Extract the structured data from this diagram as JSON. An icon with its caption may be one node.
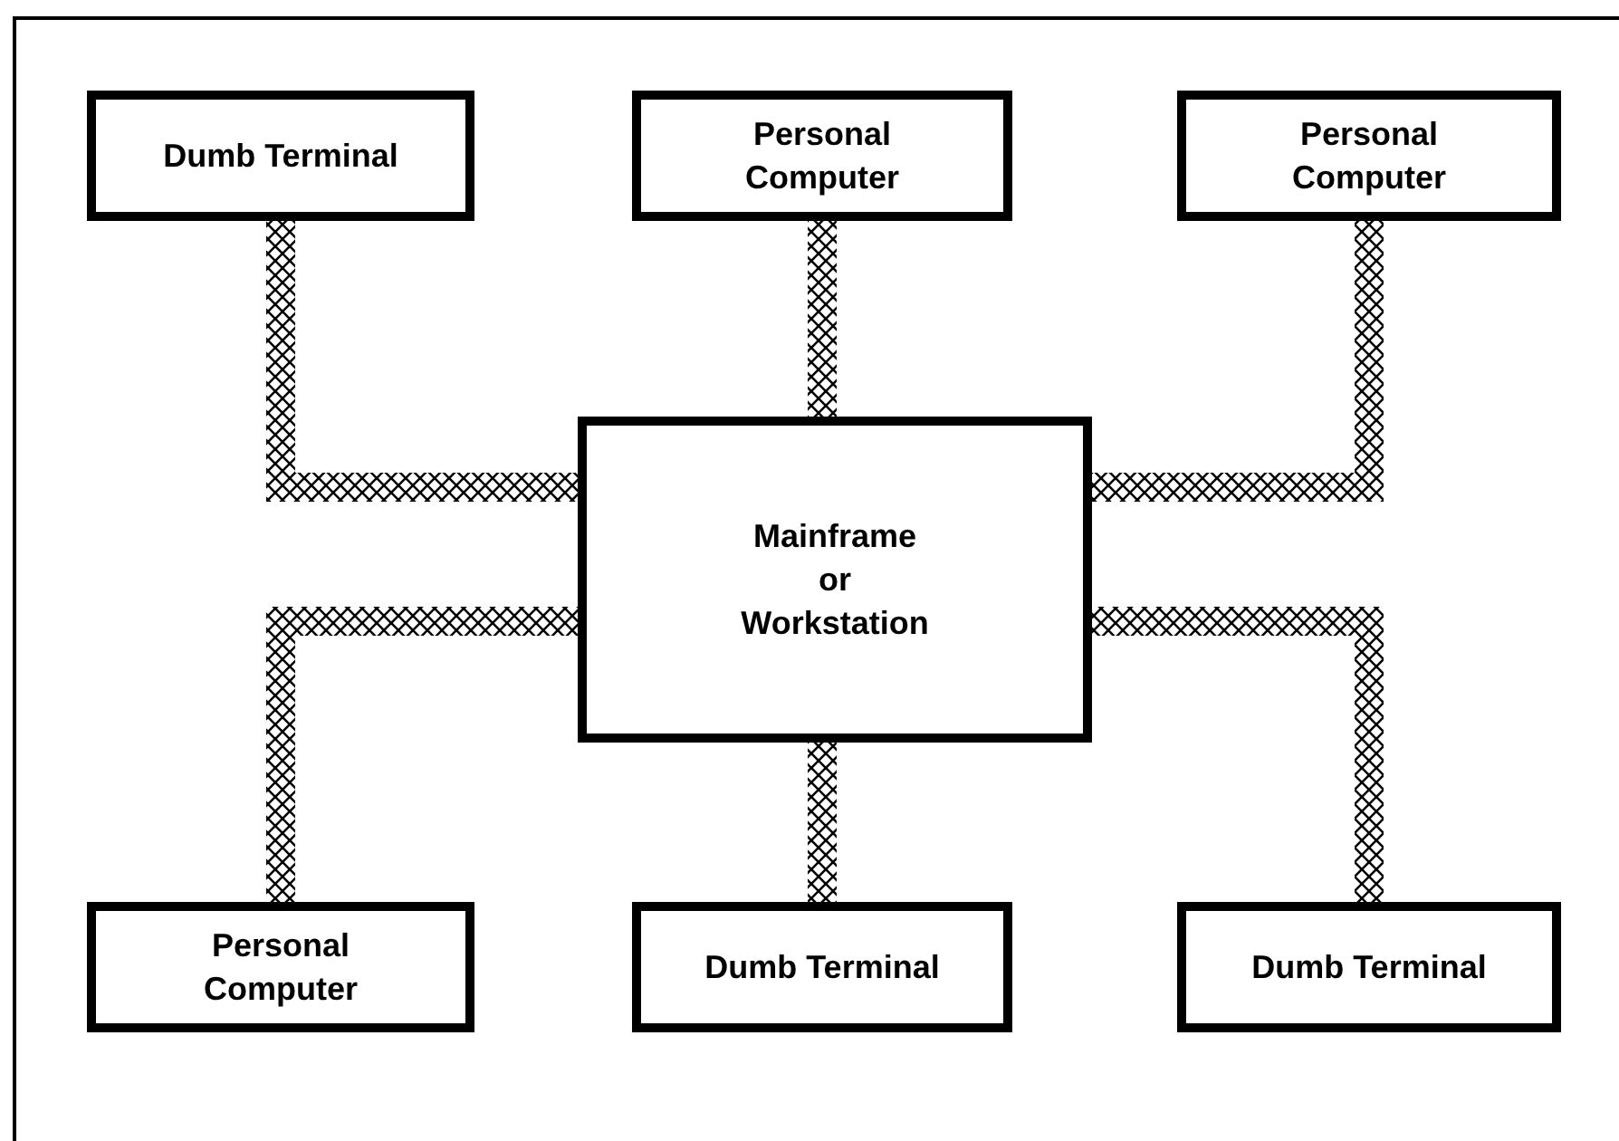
{
  "diagram": {
    "nodes": [
      {
        "text": [
          "Dumb Terminal"
        ]
      },
      {
        "text": [
          "Personal Computer"
        ]
      },
      {
        "text": [
          "Personal Computer"
        ]
      },
      {
        "text": [
          "Mainframe or Workstation"
        ]
      },
      {
        "text": [
          "Personal Computer"
        ]
      },
      {
        "text": [
          "Dumb Terminal"
        ]
      },
      {
        "text": [
          "Dumb Terminal"
        ]
      }
    ],
    "edges": [
      {
        "from": 0,
        "to": 3,
        "arrow": "none"
      },
      {
        "from": 1,
        "to": 3,
        "arrow": "none"
      },
      {
        "from": 2,
        "to": 3,
        "arrow": "none"
      },
      {
        "from": 4,
        "to": 3,
        "arrow": "none"
      },
      {
        "from": 5,
        "to": 3,
        "arrow": "none"
      },
      {
        "from": 6,
        "to": 3,
        "arrow": "none"
      }
    ]
  }
}
